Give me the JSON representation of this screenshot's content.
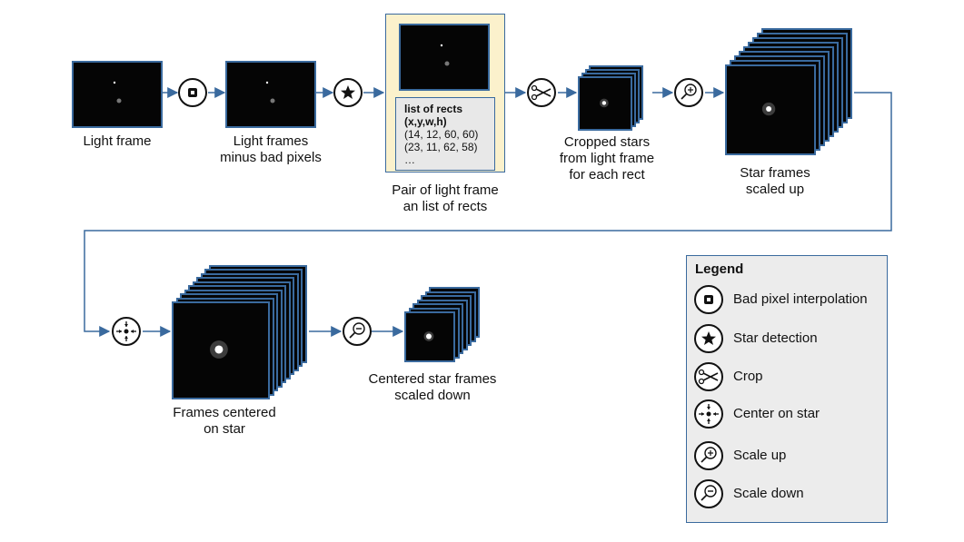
{
  "labels": {
    "light_frame": "Light frame",
    "minus_bad_1": "Light frames",
    "minus_bad_2": "minus bad pixels",
    "pair_1": "Pair of light frame",
    "pair_2": "an list of rects",
    "cropped_1": "Cropped stars",
    "cropped_2": "from light frame",
    "cropped_3": "for each rect",
    "star_frames_1": "Star frames",
    "star_frames_2": "scaled up",
    "centered_1": "Frames centered",
    "centered_2": "on star",
    "scaled_down_1": "Centered star frames",
    "scaled_down_2": "scaled down"
  },
  "rects_box": {
    "title_1": "list of rects",
    "title_2": "(x,y,w,h)",
    "row_1": "(14, 12, 60, 60)",
    "row_2": "(23, 11, 62, 58)",
    "more": "…"
  },
  "legend": {
    "title": "Legend",
    "items": [
      {
        "icon": "bad-pixel-icon",
        "label": "Bad pixel interpolation"
      },
      {
        "icon": "star-icon",
        "label": "Star detection"
      },
      {
        "icon": "scissors-icon",
        "label": "Crop"
      },
      {
        "icon": "center-icon",
        "label": "Center on star"
      },
      {
        "icon": "zoom-in-icon",
        "label": "Scale up"
      },
      {
        "icon": "zoom-out-icon",
        "label": "Scale down"
      }
    ]
  },
  "colors": {
    "arrow": "#3a6a9e",
    "frame_border": "#3a6a9e",
    "highlight": "#fbf1cc",
    "legend_bg": "#ececec"
  }
}
